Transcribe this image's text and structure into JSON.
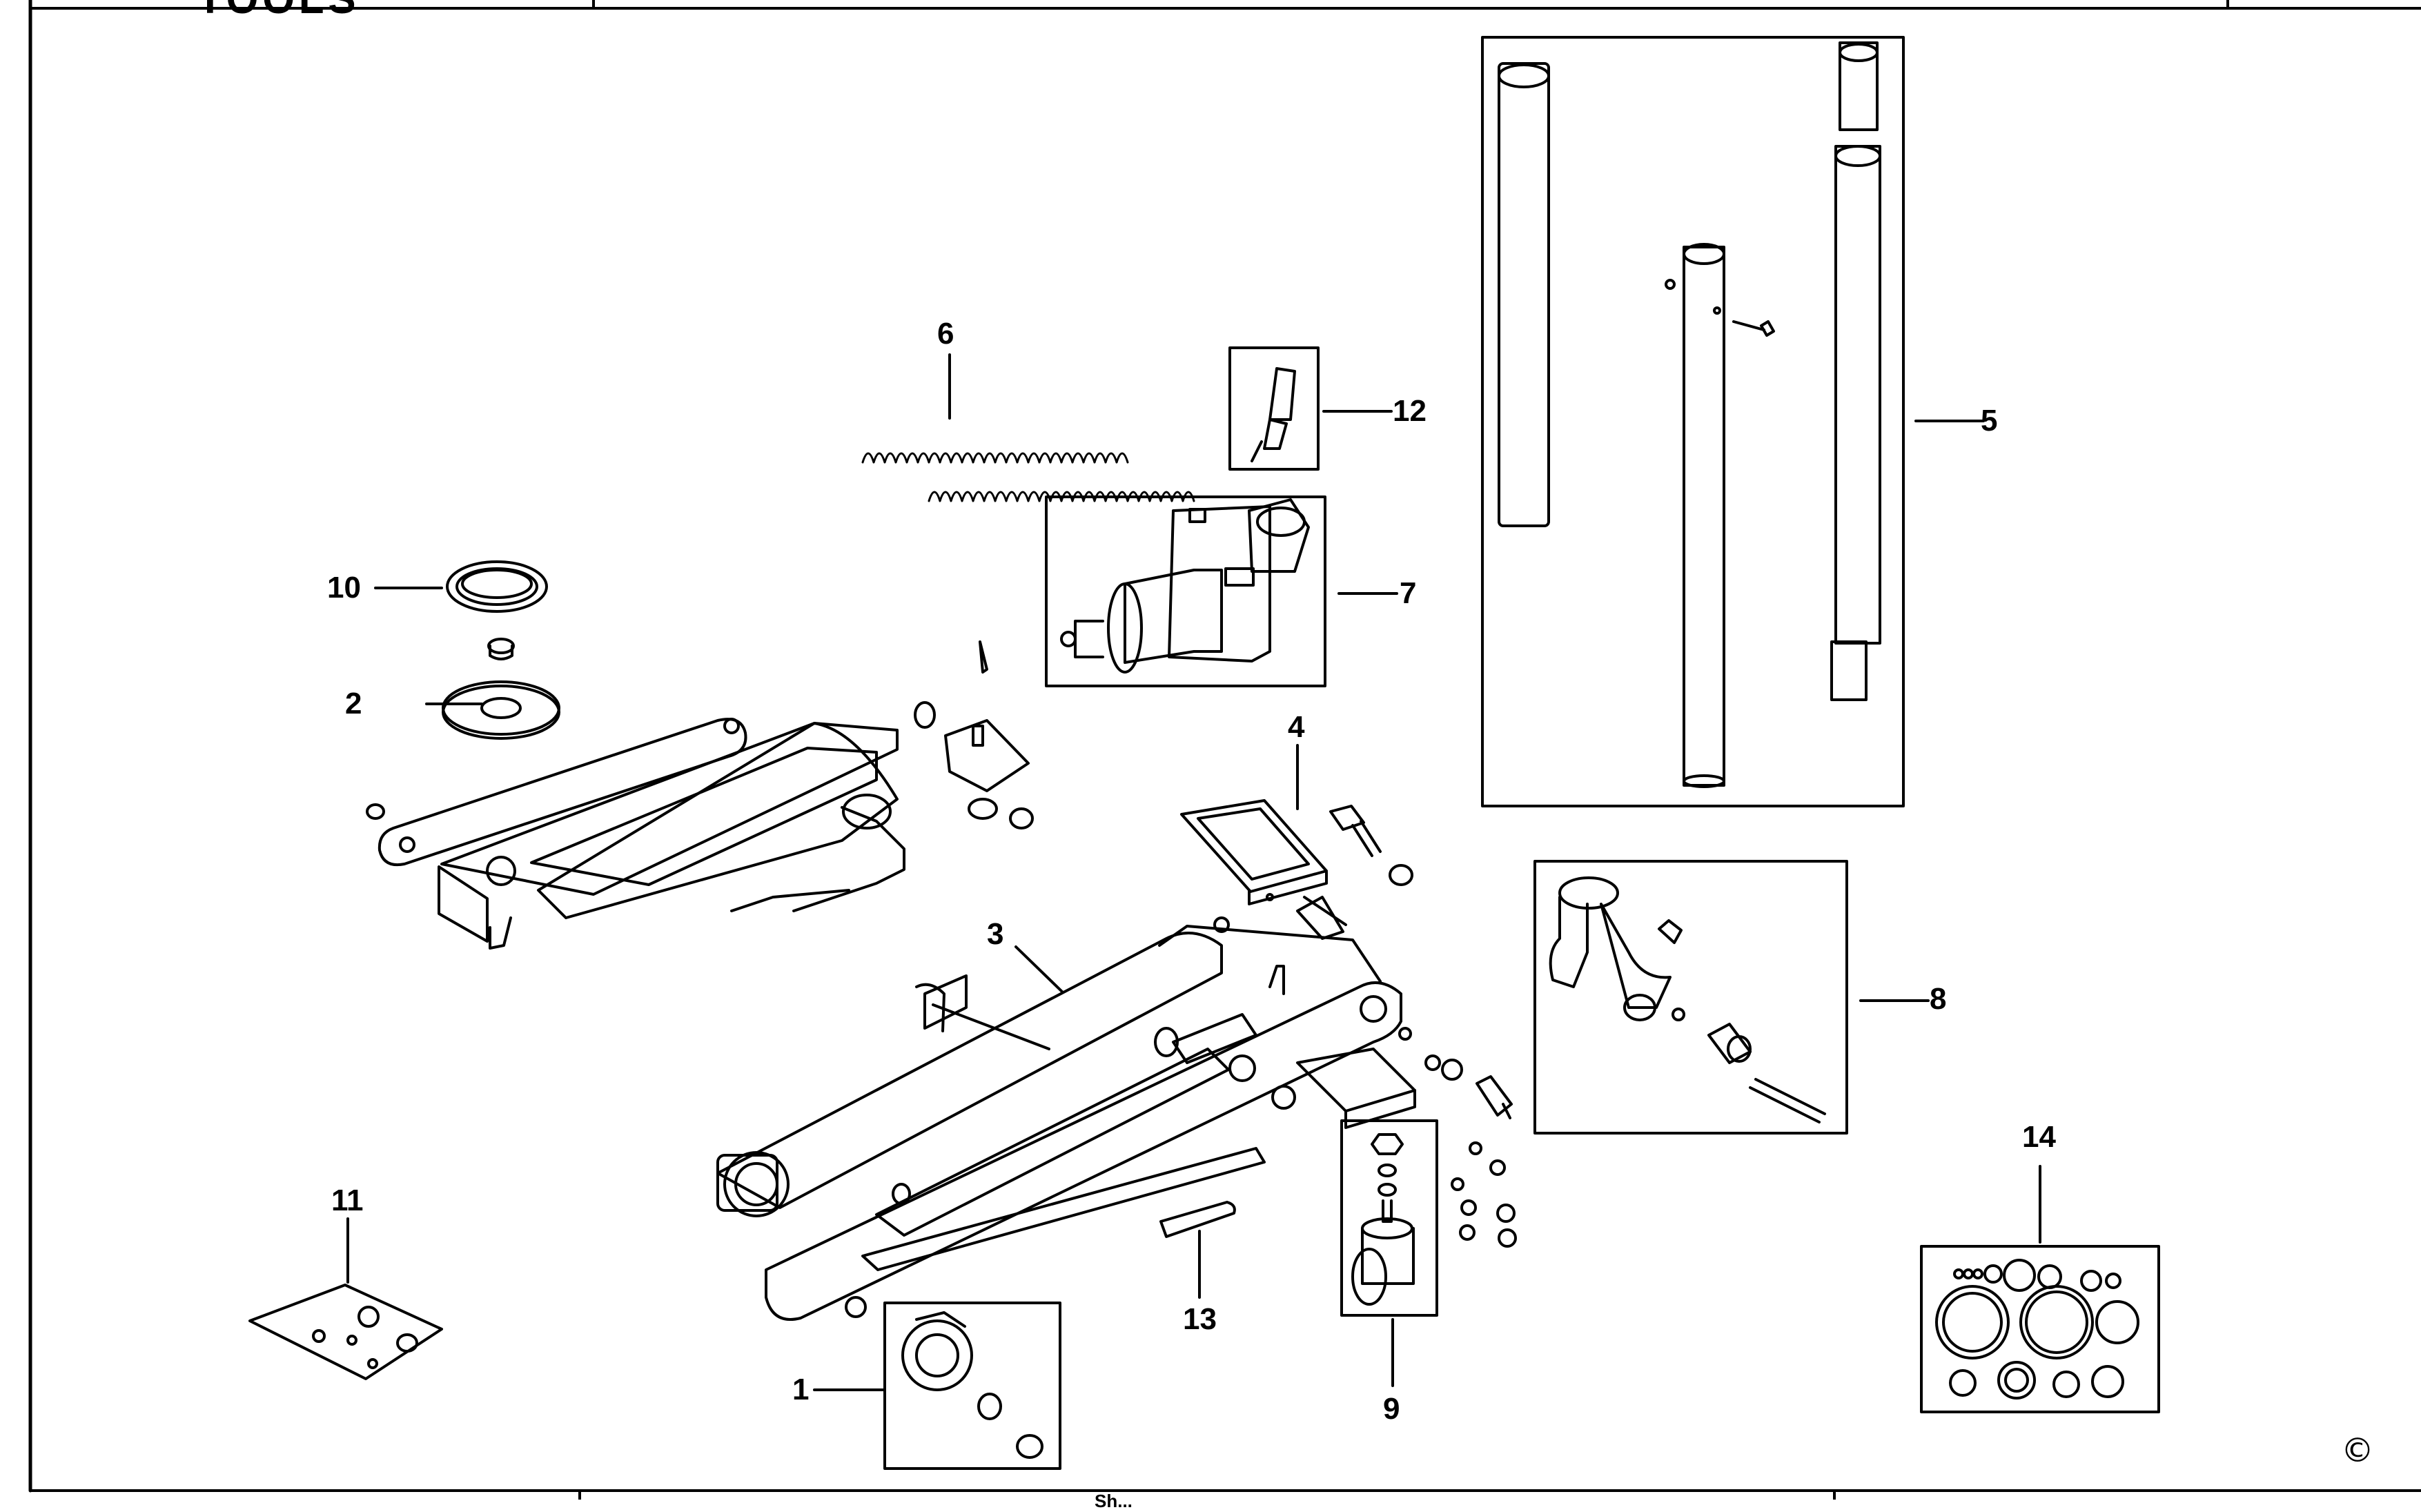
{
  "header": {
    "logo_text": "TOOLS"
  },
  "footer": {
    "center_text": "Sh..."
  },
  "copyright_symbol": "©",
  "callouts": {
    "c1": "1",
    "c2": "2",
    "c3": "3",
    "c4": "4",
    "c5": "5",
    "c6": "6",
    "c7": "7",
    "c8": "8",
    "c9": "9",
    "c10": "10",
    "c11": "11",
    "c12": "12",
    "c13": "13",
    "c14": "14"
  }
}
